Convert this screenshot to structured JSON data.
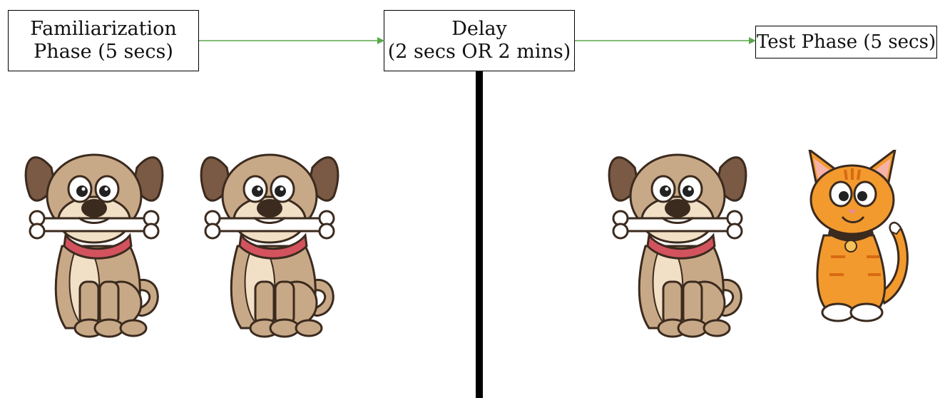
{
  "phases": {
    "familiarization": {
      "line1": "Familiarization",
      "line2": "Phase (5 secs)"
    },
    "delay": {
      "line1": "Delay",
      "line2": "(2 secs OR 2 mins)"
    },
    "test": {
      "label": "Test Phase (5 secs)"
    }
  },
  "colors": {
    "arrow": "#5aa84a",
    "dog_fur": "#c8a987",
    "dog_ears": "#7a5a45",
    "dog_belly": "#f1dfc6",
    "collar": "#d2535e",
    "bone": "#ffffff",
    "cat_fur": "#f29a2e",
    "cat_stripes": "#d86a12"
  },
  "stimuli": {
    "familiarization": [
      "dog-icon",
      "dog-icon"
    ],
    "test": [
      "dog-icon",
      "cat-icon"
    ]
  }
}
